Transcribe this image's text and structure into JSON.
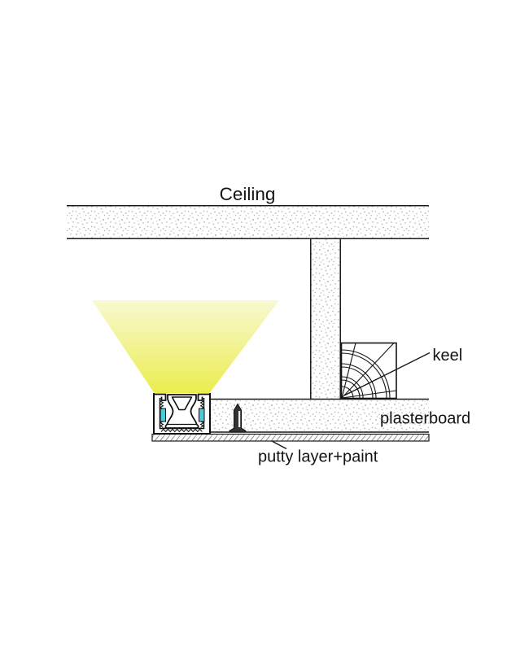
{
  "diagram": {
    "title": "Ceiling",
    "labels": {
      "keel": "keel",
      "plasterboard": "plasterboard",
      "putty": "putty layer+paint"
    },
    "components": [
      "ceiling-slab",
      "vertical-stud",
      "light-cone",
      "led-aluminum-profile",
      "silicone-diffuser",
      "mounting-clips",
      "keel-block",
      "plasterboard-panel",
      "screw",
      "putty-paint-layer"
    ],
    "colors": {
      "outline": "#1a1a1a",
      "light_cone_top": "#f8f9d0",
      "light_cone_mid": "#f1f28a",
      "light_cone_bottom": "#ebed4e",
      "clip_cyan": "#4ec9da",
      "stipple_gray": "#ababab",
      "hatch_gray": "#8a8a8a",
      "screw_dark": "#333333"
    }
  }
}
